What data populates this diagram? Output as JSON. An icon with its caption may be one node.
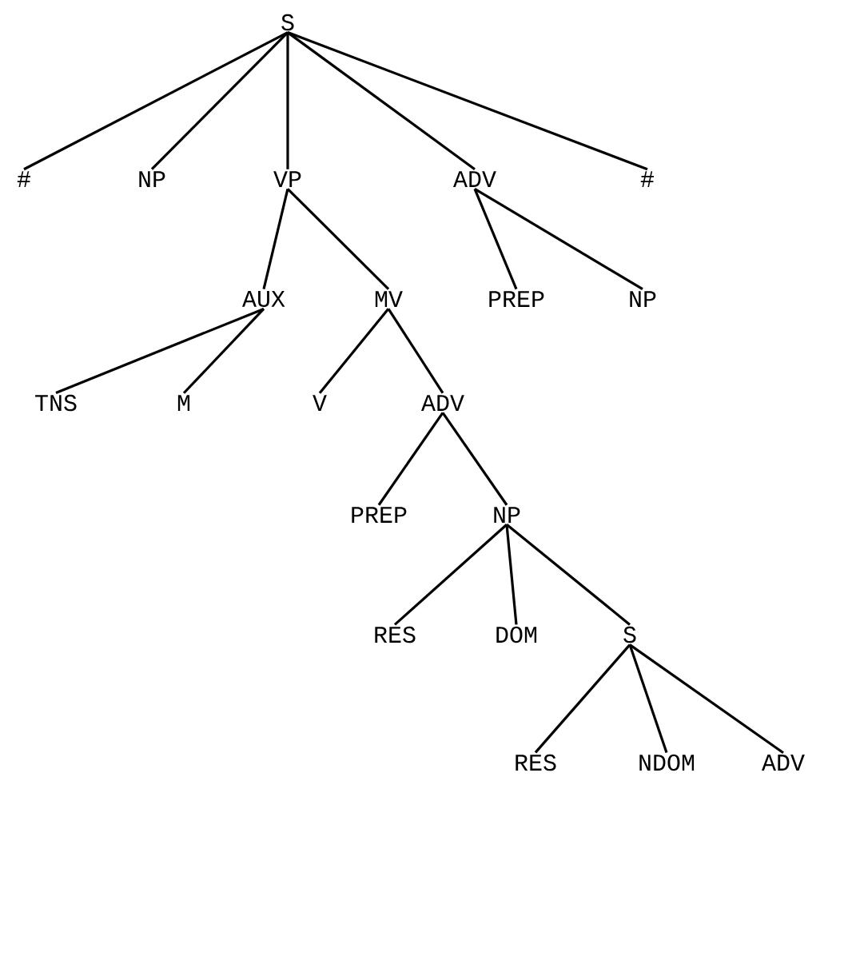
{
  "diagram": {
    "nodes": [
      {
        "text": [
          "S"
        ]
      },
      {
        "text": [
          "#"
        ]
      },
      {
        "text": [
          "NP"
        ]
      },
      {
        "text": [
          "VP"
        ]
      },
      {
        "text": [
          "ADV"
        ]
      },
      {
        "text": [
          "#"
        ]
      },
      {
        "text": [
          "AUX"
        ]
      },
      {
        "text": [
          "MV"
        ]
      },
      {
        "text": [
          "PREP"
        ]
      },
      {
        "text": [
          "NP"
        ]
      },
      {
        "text": [
          "TNS"
        ]
      },
      {
        "text": [
          "M"
        ]
      },
      {
        "text": [
          "V"
        ]
      },
      {
        "text": [
          "ADV"
        ]
      },
      {
        "text": [
          "PREP"
        ]
      },
      {
        "text": [
          "NP"
        ]
      },
      {
        "text": [
          "RES"
        ]
      },
      {
        "text": [
          "DOM"
        ]
      },
      {
        "text": [
          "S"
        ]
      },
      {
        "text": [
          "RES"
        ]
      },
      {
        "text": [
          "NDOM"
        ]
      },
      {
        "text": [
          "ADV"
        ]
      }
    ],
    "edges": [
      {
        "from": 0,
        "to": 1,
        "arrow": "none"
      },
      {
        "from": 0,
        "to": 2,
        "arrow": "none"
      },
      {
        "from": 0,
        "to": 3,
        "arrow": "none"
      },
      {
        "from": 0,
        "to": 4,
        "arrow": "none"
      },
      {
        "from": 0,
        "to": 5,
        "arrow": "none"
      },
      {
        "from": 3,
        "to": 6,
        "arrow": "none"
      },
      {
        "from": 3,
        "to": 7,
        "arrow": "none"
      },
      {
        "from": 4,
        "to": 8,
        "arrow": "none"
      },
      {
        "from": 4,
        "to": 9,
        "arrow": "none"
      },
      {
        "from": 6,
        "to": 10,
        "arrow": "none"
      },
      {
        "from": 6,
        "to": 11,
        "arrow": "none"
      },
      {
        "from": 7,
        "to": 12,
        "arrow": "none"
      },
      {
        "from": 7,
        "to": 13,
        "arrow": "none"
      },
      {
        "from": 13,
        "to": 14,
        "arrow": "none"
      },
      {
        "from": 13,
        "to": 15,
        "arrow": "none"
      },
      {
        "from": 15,
        "to": 16,
        "arrow": "none"
      },
      {
        "from": 15,
        "to": 17,
        "arrow": "none"
      },
      {
        "from": 15,
        "to": 18,
        "arrow": "none"
      },
      {
        "from": 18,
        "to": 19,
        "arrow": "none"
      },
      {
        "from": 18,
        "to": 20,
        "arrow": "none"
      },
      {
        "from": 18,
        "to": 21,
        "arrow": "none"
      }
    ]
  }
}
